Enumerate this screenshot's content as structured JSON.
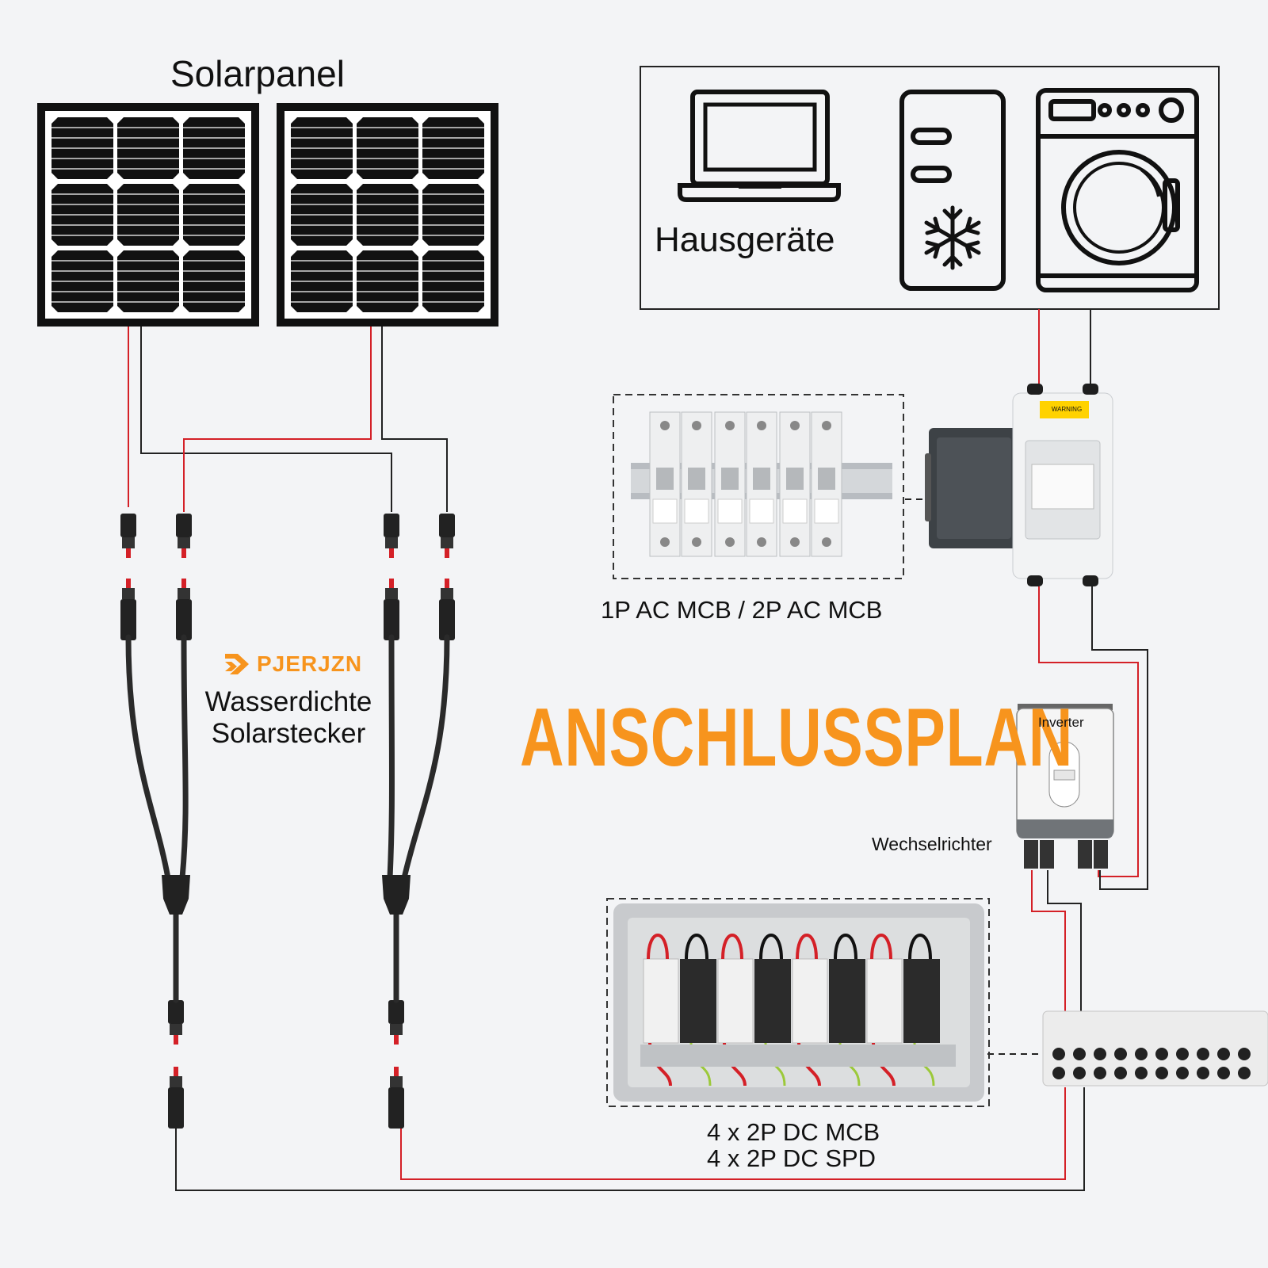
{
  "labels": {
    "solarpanel": "Solarpanel",
    "hausgeraete": "Hausgeräte",
    "mcb": "1P AC MCB  / 2P AC MCB",
    "title": "ANSCHLUSSPLAN",
    "inverter": "Inverter",
    "wechselrichter": "Wechselrichter",
    "dc_line1": "4 x 2P DC MCB",
    "dc_line2": "4 x 2P DC SPD",
    "brand": "PJERJZN",
    "connector_line1": "Wasserdichte",
    "connector_line2": "Solarstecker",
    "warning": "WARNING"
  },
  "icons": [
    "solar-panel-icon",
    "laptop-icon",
    "fridge-icon",
    "snowflake-icon",
    "washing-machine-icon",
    "mc4-connector-icon",
    "y-branch-connector-icon",
    "ac-breaker-icon",
    "inverter-icon",
    "combiner-box-icon"
  ],
  "colors": {
    "accent": "#f7941d",
    "wire_positive": "#d42027",
    "wire_negative": "#222222",
    "background": "#f3f4f6"
  }
}
